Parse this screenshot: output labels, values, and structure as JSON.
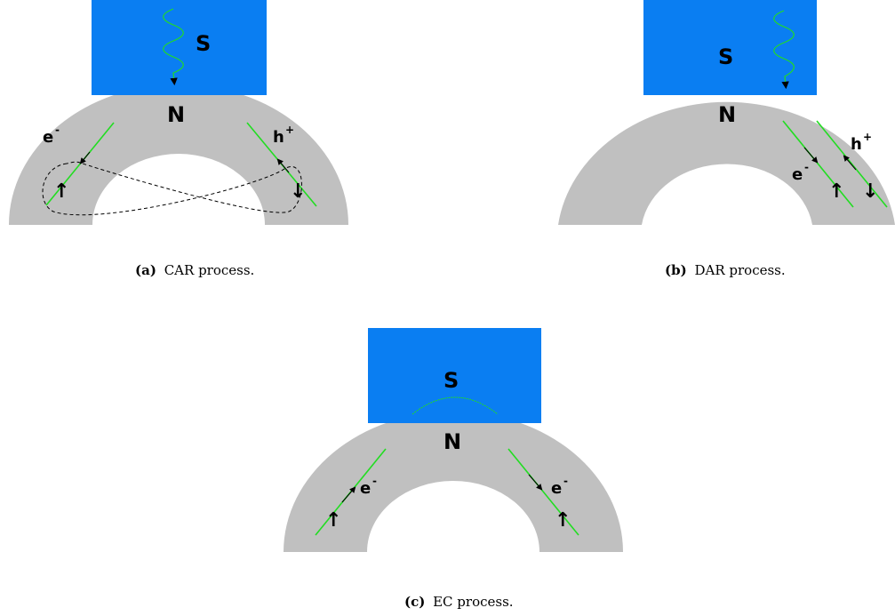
{
  "panels": [
    {
      "id": "a",
      "caption_tag": "(a)",
      "caption_text": "CAR process.",
      "superconductor_label": "S",
      "normal_label": "N",
      "carrier_labels": [
        "e",
        "-",
        "h",
        "+"
      ],
      "spin_labels": [
        "↑",
        "↓"
      ]
    },
    {
      "id": "b",
      "caption_tag": "(b)",
      "caption_text": "DAR process.",
      "superconductor_label": "S",
      "normal_label": "N",
      "carrier_labels": [
        "e",
        "-",
        "h",
        "+"
      ],
      "spin_labels": [
        "↑",
        "↓"
      ]
    },
    {
      "id": "c",
      "caption_tag": "(c)",
      "caption_text": "EC process.",
      "superconductor_label": "S",
      "normal_label": "N",
      "carrier_labels": [
        "e",
        "-",
        "e",
        "-"
      ],
      "spin_labels": [
        "↑",
        "↑"
      ]
    }
  ],
  "colors": {
    "superconductor": "#0a7ef2",
    "normal_metal": "#c0c0c0",
    "trajectory": "#22dd22",
    "dashed_loop": "#000000"
  }
}
